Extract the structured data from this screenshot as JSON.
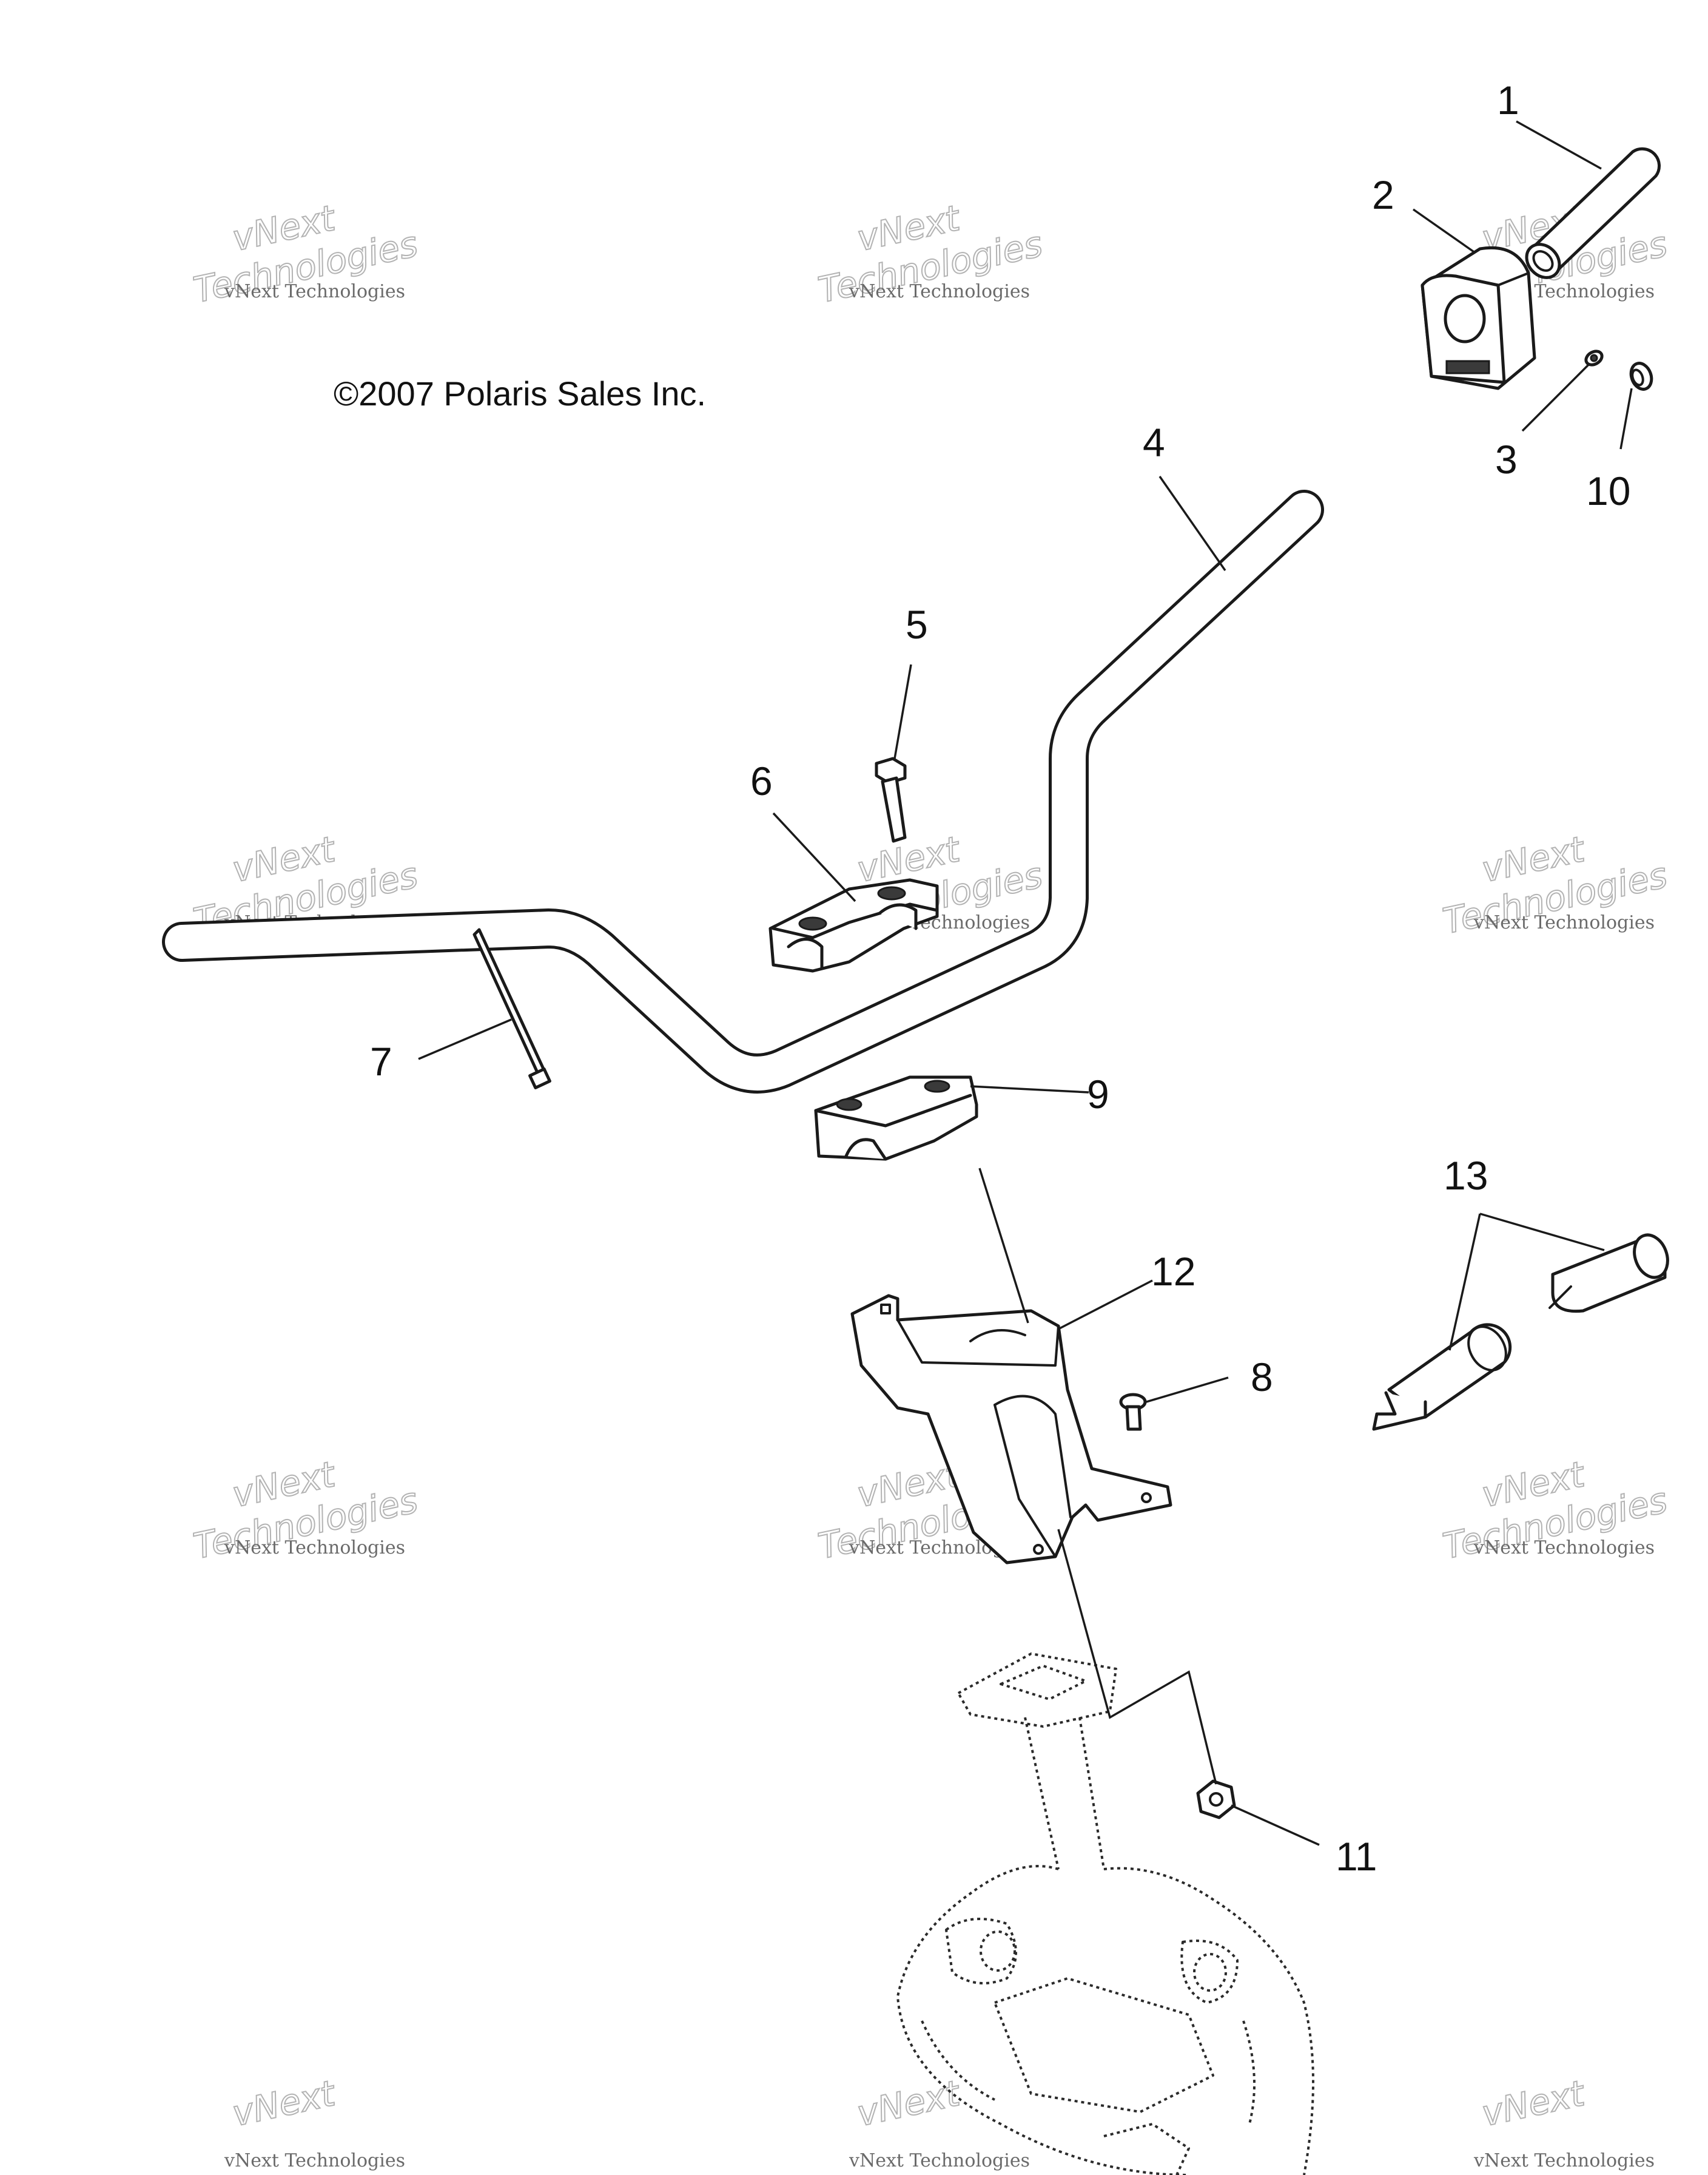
{
  "copyright": "©2007 Polaris Sales Inc.",
  "watermark": {
    "small": "vNext Technologies",
    "big_line1": "vNext",
    "big_line2": "Technologies"
  },
  "callouts": [
    "1",
    "2",
    "3",
    "4",
    "5",
    "6",
    "7",
    "8",
    "9",
    "10",
    "11",
    "12",
    "13"
  ]
}
